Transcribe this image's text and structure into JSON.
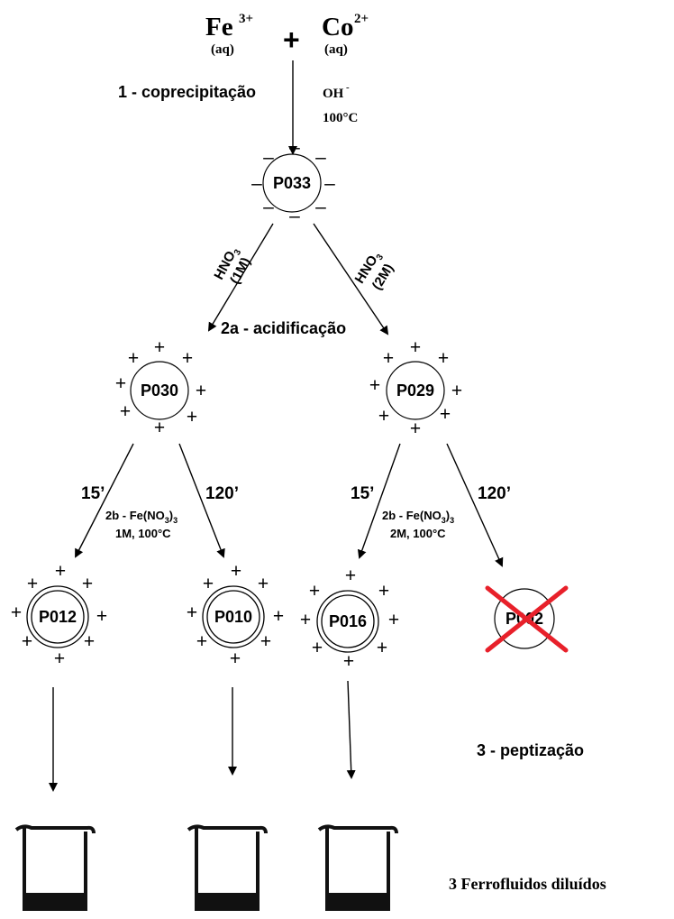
{
  "reactants": {
    "fe": "Fe",
    "fe_charge": "3+",
    "fe_state": "(aq)",
    "plus": "+",
    "co": "Co",
    "co_charge": "2+",
    "co_state": "(aq)"
  },
  "step1": {
    "label": "1 - coprecipitação",
    "reagent": "OH",
    "reagent_charge": "-",
    "temperature": "100°C"
  },
  "nodes": {
    "p033": "P033",
    "p030": "P030",
    "p029": "P029",
    "p012": "P012",
    "p010": "P010",
    "p016": "P016",
    "p002": "P002"
  },
  "acid": {
    "left_reagent": "HNO",
    "left_sub": "3",
    "left_conc": "(1M)",
    "right_reagent": "HNO",
    "right_sub": "3",
    "right_conc": "(2M)",
    "label": "2a - acidificação"
  },
  "treatment": {
    "left_time_short": "15’",
    "left_time_long": "120’",
    "left_reagent_pre": "2b - Fe(NO",
    "left_reagent_sub": "3",
    "left_reagent_post": ")",
    "left_reagent_sub2": "3",
    "left_conditions": "1M, 100°C",
    "right_time_short": "15’",
    "right_time_long": "120’",
    "right_reagent_pre": "2b - Fe(NO",
    "right_reagent_sub": "3",
    "right_reagent_post": ")",
    "right_reagent_sub2": "3",
    "right_conditions": "2M, 100°C"
  },
  "step3": {
    "label": "3 - peptização",
    "result": "3 Ferrofluidos diluídos"
  },
  "charges": {
    "negative": "–",
    "positive": "+"
  },
  "colors": {
    "line": "#000000",
    "cross": "#e8202a",
    "fluid": "#111111"
  }
}
